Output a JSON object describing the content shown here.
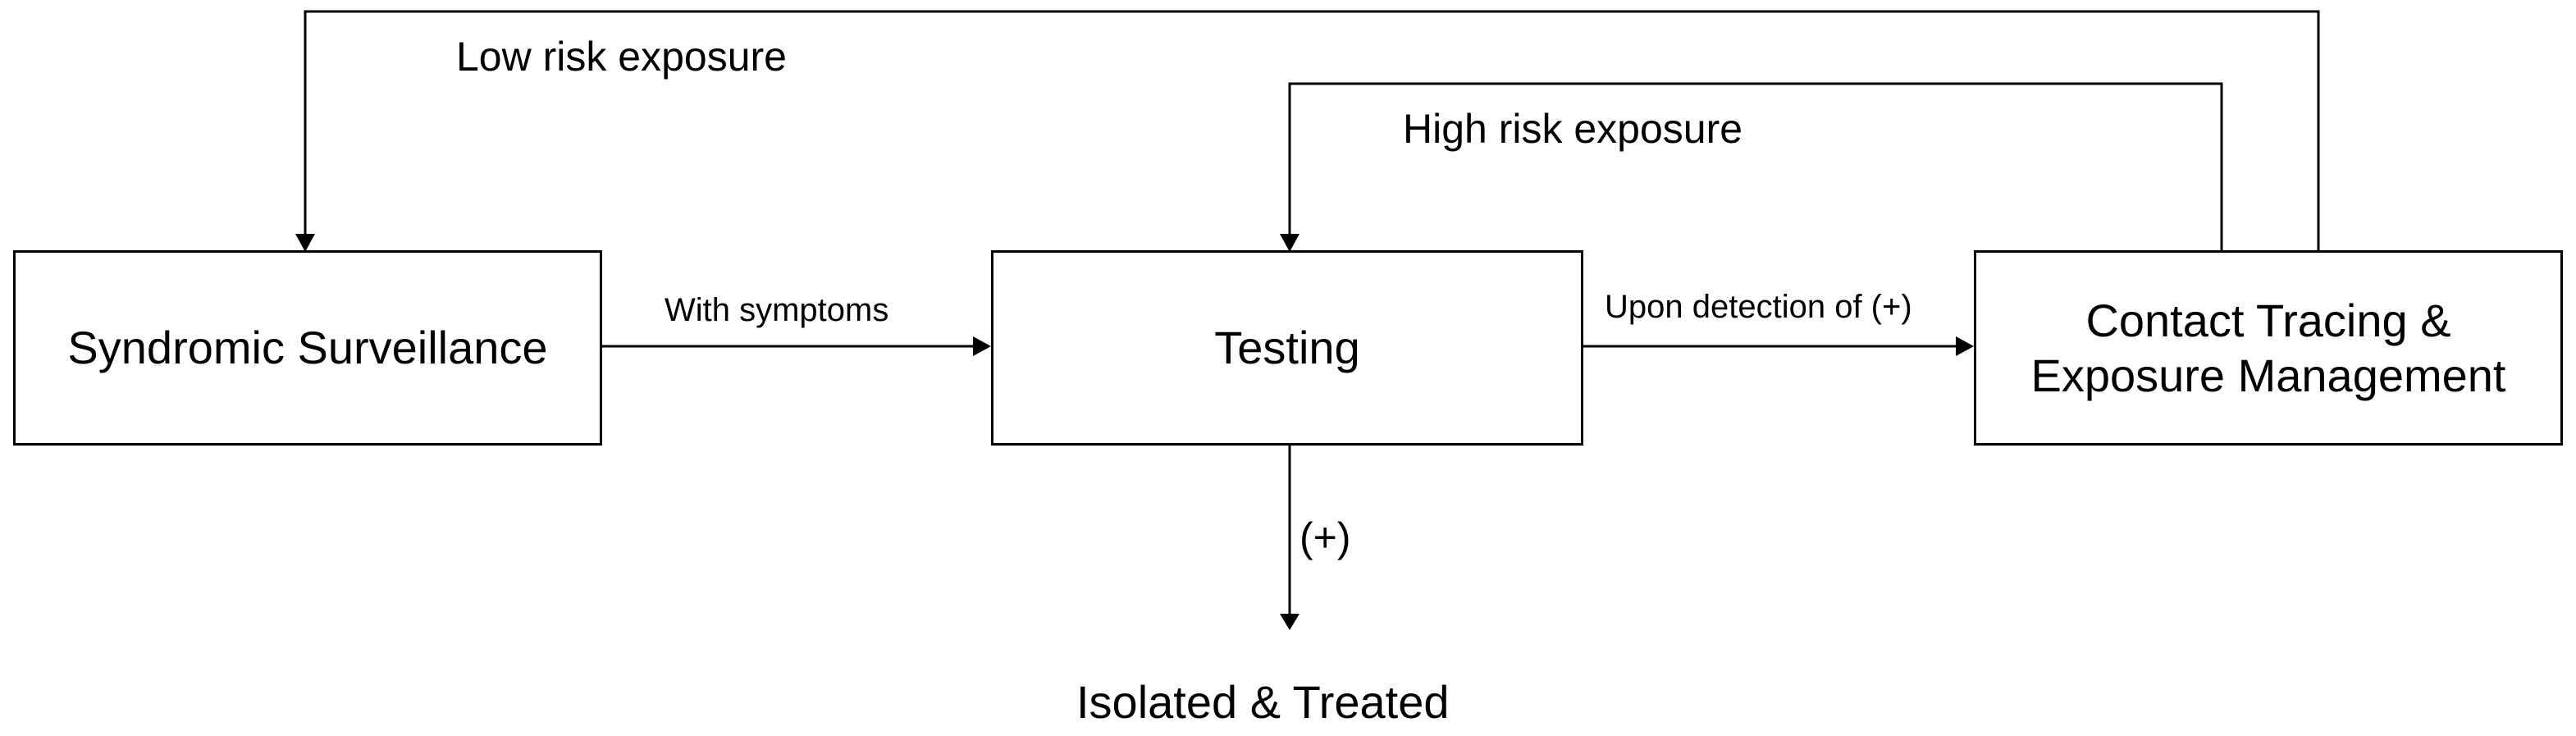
{
  "boxes": {
    "syndromic": "Syndromic Surveillance",
    "testing": "Testing",
    "contact": "Contact Tracing &\nExposure Management"
  },
  "edges": {
    "low_risk": "Low risk exposure",
    "high_risk": "High risk exposure",
    "with_symptoms": "With symptoms",
    "upon_detection": "Upon detection of (+)",
    "positive": "(+)"
  },
  "outcome": "Isolated & Treated",
  "colors": {
    "line": "#000000",
    "background": "#ffffff"
  }
}
